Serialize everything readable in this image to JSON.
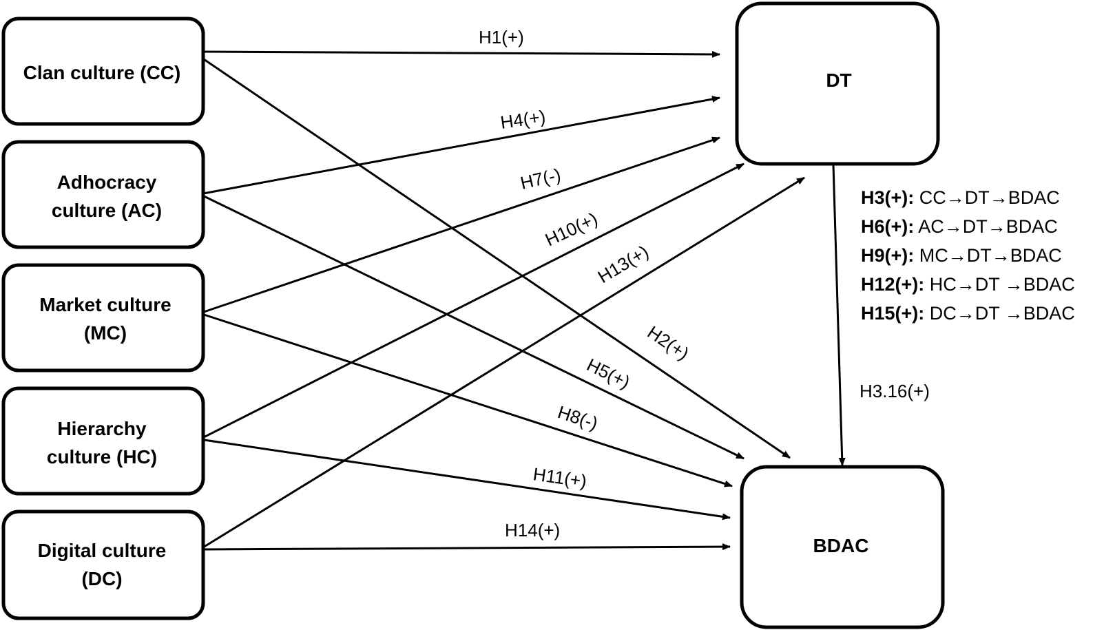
{
  "nodes": {
    "cc": {
      "lines": [
        "Clan culture (CC)"
      ]
    },
    "ac": {
      "lines": [
        "Adhocracy",
        "culture (AC)"
      ]
    },
    "mc": {
      "lines": [
        "Market culture",
        "(MC)"
      ]
    },
    "hc": {
      "lines": [
        "Hierarchy",
        "culture (HC)"
      ]
    },
    "dc": {
      "lines": [
        "Digital culture",
        "(DC)"
      ]
    },
    "dt": {
      "lines": [
        "DT"
      ]
    },
    "bdac": {
      "lines": [
        "BDAC"
      ]
    }
  },
  "edges": {
    "h1": "H1(+)",
    "h2": "H2(+)",
    "h4": "H4(+)",
    "h5": "H5(+)",
    "h7": "H7(-)",
    "h8": "H8(-)",
    "h10": "H10(+)",
    "h11": "H11(+)",
    "h13": "H13(+)",
    "h14": "H14(+)",
    "h316": "H3.16(+)"
  },
  "mediation": [
    {
      "hyp": "H3(+):",
      "path": " CC→DT→BDAC"
    },
    {
      "hyp": "H6(+):",
      "path": " AC→DT→BDAC"
    },
    {
      "hyp": "H9(+):",
      "path": " MC→DT→BDAC"
    },
    {
      "hyp": "H12(+):",
      "path": " HC→DT →BDAC"
    },
    {
      "hyp": "H15(+):",
      "path": " DC→DT →BDAC"
    }
  ]
}
